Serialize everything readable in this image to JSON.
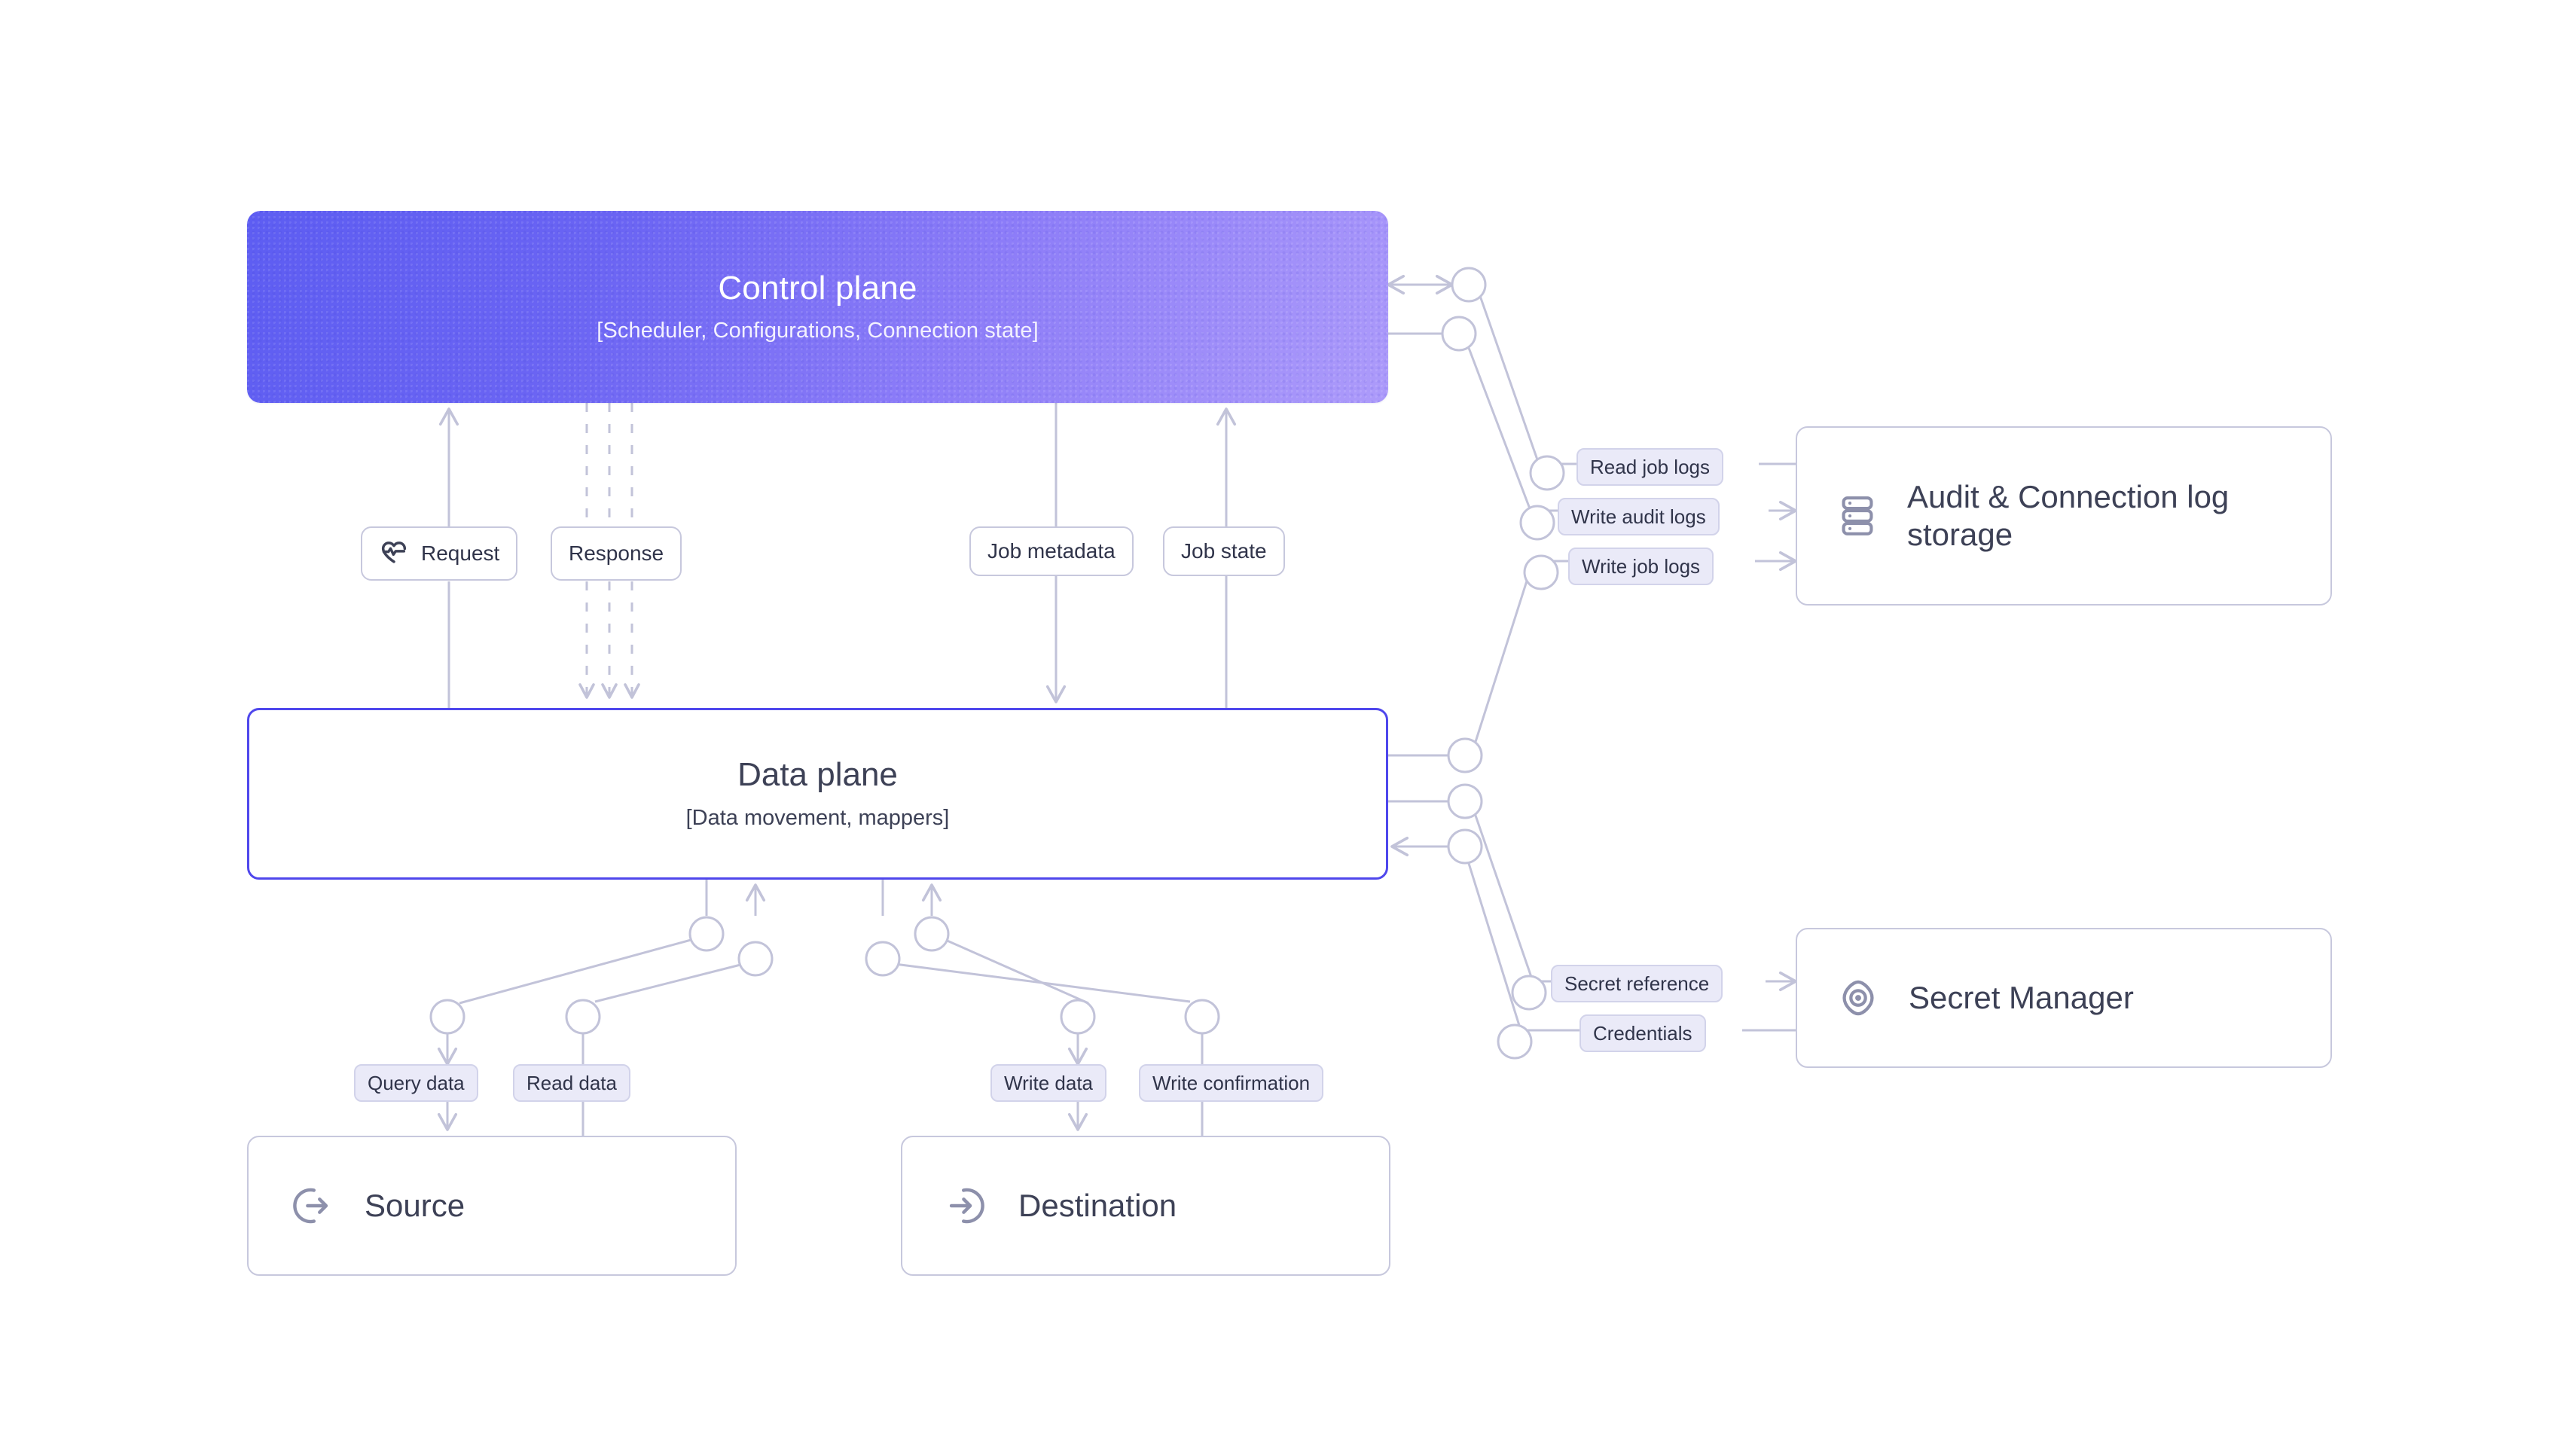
{
  "diagram": {
    "title_hidden": "",
    "colors": {
      "control_plane_gradient_start": "#5d5df2",
      "control_plane_gradient_end": "#ad9bfa",
      "data_plane_border": "#4f47ec",
      "node_border": "#c7c8dd",
      "pill_tint_bg": "#eaeaf8",
      "pill_tint_border": "#d2d3ea",
      "wire": "#c2c3d9",
      "text_dark": "#3d4156",
      "text_light": "#ffffff",
      "icon_gray": "#8d90ab",
      "icon_dark": "#3d4156",
      "background": "#ffffff"
    }
  },
  "control_plane": {
    "title": "Control plane",
    "subtitle": "[Scheduler, Configurations, Connection state]"
  },
  "data_plane": {
    "title": "Data plane",
    "subtitle": "[Data movement, mappers]"
  },
  "nodes": {
    "audit_storage": {
      "label": "Audit & Connection log storage",
      "icon": "server-icon"
    },
    "secret_manager": {
      "label": "Secret Manager",
      "icon": "eye-target-icon"
    },
    "source": {
      "label": "Source",
      "icon": "log-out-icon"
    },
    "destination": {
      "label": "Destination",
      "icon": "log-in-icon"
    }
  },
  "edge_labels": {
    "request": {
      "text": "Request",
      "icon": "heart-pulse-icon"
    },
    "response": {
      "text": "Response"
    },
    "job_metadata": {
      "text": "Job metadata"
    },
    "job_state": {
      "text": "Job state"
    },
    "read_job_logs": {
      "text": "Read job logs"
    },
    "write_audit_logs": {
      "text": "Write audit logs"
    },
    "write_job_logs": {
      "text": "Write job logs"
    },
    "secret_reference": {
      "text": "Secret reference"
    },
    "credentials": {
      "text": "Credentials"
    },
    "query_data": {
      "text": "Query data"
    },
    "read_data": {
      "text": "Read data"
    },
    "write_data": {
      "text": "Write data"
    },
    "write_confirmation": {
      "text": "Write confirmation"
    }
  }
}
